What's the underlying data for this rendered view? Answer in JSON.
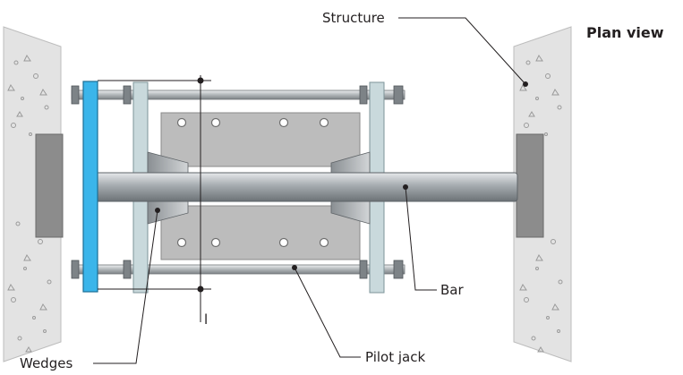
{
  "title": "Plan view",
  "labels": {
    "structure": "Structure",
    "bar": "Bar",
    "pilot_jack": "Pilot jack",
    "wedges": "Wedges",
    "dimension": "l"
  },
  "colors": {
    "concrete": "#e2e2e2",
    "bearing_plate": "#8c8c8c",
    "blue_plate": "#3bb5ea",
    "frame": "#c9d9dc",
    "jack_body": "#b9b9b9",
    "bar": "#9aa0a4",
    "text": "#231f20"
  }
}
